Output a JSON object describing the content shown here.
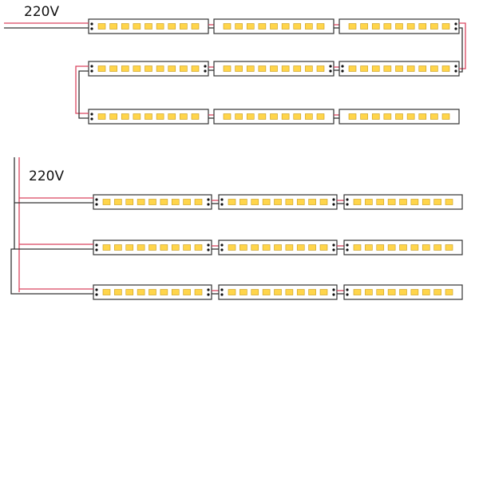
{
  "diagram": {
    "voltage_label_series": "220V",
    "voltage_label_parallel": "220V",
    "strip_border_color": "#333333",
    "strip_fill_color": "#ffffff",
    "led_fill_color": "#ffd54a",
    "led_border_color": "#c79a18",
    "wire_color_live": "#d9455f",
    "wire_color_neutral": "#333333",
    "strips_per_row": 3,
    "leds_per_strip": 9,
    "series_rows": 3,
    "parallel_rows": 3
  }
}
